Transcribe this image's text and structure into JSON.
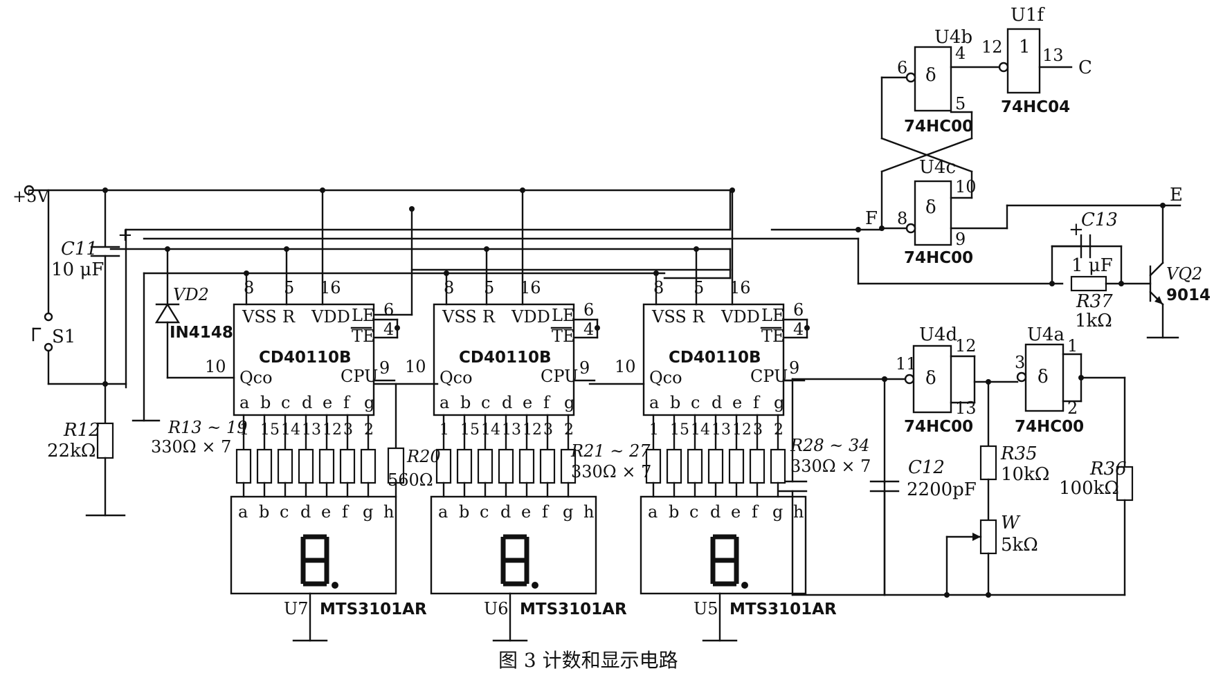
{
  "caption": "图 3 计数和显示电路",
  "supply": {
    "label": "+5V"
  },
  "components": {
    "C11": {
      "name": "C11",
      "value": "10 μF",
      "plus": "+"
    },
    "S1": {
      "name": "S1"
    },
    "R12": {
      "name": "R12",
      "value": "22kΩ"
    },
    "VD2": {
      "name": "VD2",
      "part": "IN4148"
    },
    "R13_19": {
      "name": "R13 ~ 19",
      "value": "330Ω × 7"
    },
    "R20": {
      "name": "R20",
      "value": "560Ω"
    },
    "R21_27": {
      "name": "R21 ~ 27",
      "value": "330Ω × 7"
    },
    "R28_34": {
      "name": "R28 ~ 34",
      "value": "330Ω × 7"
    },
    "C12": {
      "name": "C12",
      "value": "2200pF"
    },
    "R35": {
      "name": "R35",
      "value": "10kΩ"
    },
    "W": {
      "name": "W",
      "value": "5kΩ"
    },
    "R36": {
      "name": "R36",
      "value": "100kΩ"
    },
    "C13": {
      "name": "C13",
      "value": "1 μF",
      "plus": "+"
    },
    "R37": {
      "name": "R37",
      "value": "1kΩ"
    },
    "VQ2": {
      "name": "VQ2",
      "part": "9014"
    }
  },
  "counter_chip": {
    "part": "CD40110B",
    "pins": {
      "vss": "VSS",
      "r": "R",
      "vdd": "VDD",
      "le": "LE",
      "te": "TE",
      "qco": "Qco",
      "cpu": "CPU"
    },
    "pin_numbers": {
      "vss": "8",
      "r": "5",
      "vdd": "16",
      "le": "6",
      "te": "4",
      "qco": "10",
      "cpu": "9"
    },
    "segments": [
      "a",
      "b",
      "c",
      "d",
      "e",
      "f",
      "g"
    ],
    "segment_pins": [
      "1",
      "15",
      "14",
      "13",
      "12",
      "3",
      "2"
    ]
  },
  "display": {
    "part": "MTS3101AR",
    "segments": [
      "a",
      "b",
      "c",
      "d",
      "e",
      "f",
      "g",
      "h"
    ],
    "units": [
      "U7",
      "U6",
      "U5"
    ]
  },
  "gates": {
    "U4b": {
      "name": "U4b",
      "symbol": "δ",
      "part": "74HC00",
      "pins": [
        "6",
        "4",
        "5"
      ]
    },
    "U4c": {
      "name": "U4c",
      "symbol": "δ",
      "part": "74HC00",
      "pins": [
        "8",
        "10",
        "9"
      ]
    },
    "U4d": {
      "name": "U4d",
      "symbol": "δ",
      "part": "74HC00",
      "pins": [
        "11",
        "12",
        "13"
      ]
    },
    "U4a": {
      "name": "U4a",
      "symbol": "δ",
      "part": "74HC00",
      "pins": [
        "3",
        "1",
        "2"
      ]
    },
    "U1f": {
      "name": "U1f",
      "symbol": "1",
      "part": "74HC04",
      "pins": [
        "12",
        "13"
      ]
    }
  },
  "nets": {
    "C": "C",
    "E": "E",
    "F": "F"
  }
}
